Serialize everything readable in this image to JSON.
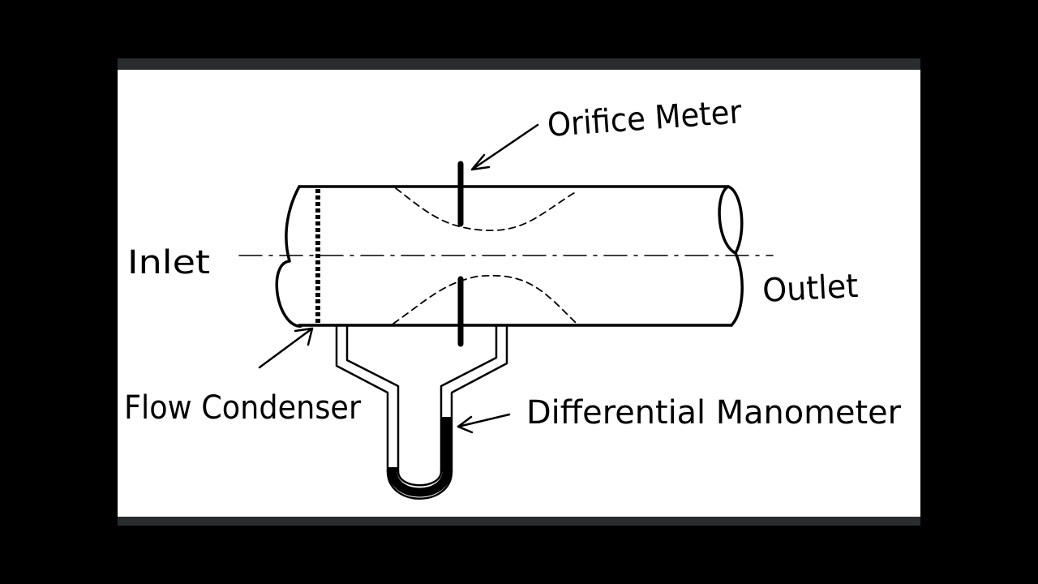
{
  "diagram": {
    "labels": {
      "orifice_meter": "Orifice Meter",
      "inlet": "Inlet",
      "outlet": "Outlet",
      "flow_condenser": "Flow Condenser",
      "differential_manometer": "Differential Manometer"
    },
    "colors": {
      "ink": "#000000",
      "paper": "#ffffff",
      "frame": "#2a2d30",
      "background": "#000000"
    }
  }
}
